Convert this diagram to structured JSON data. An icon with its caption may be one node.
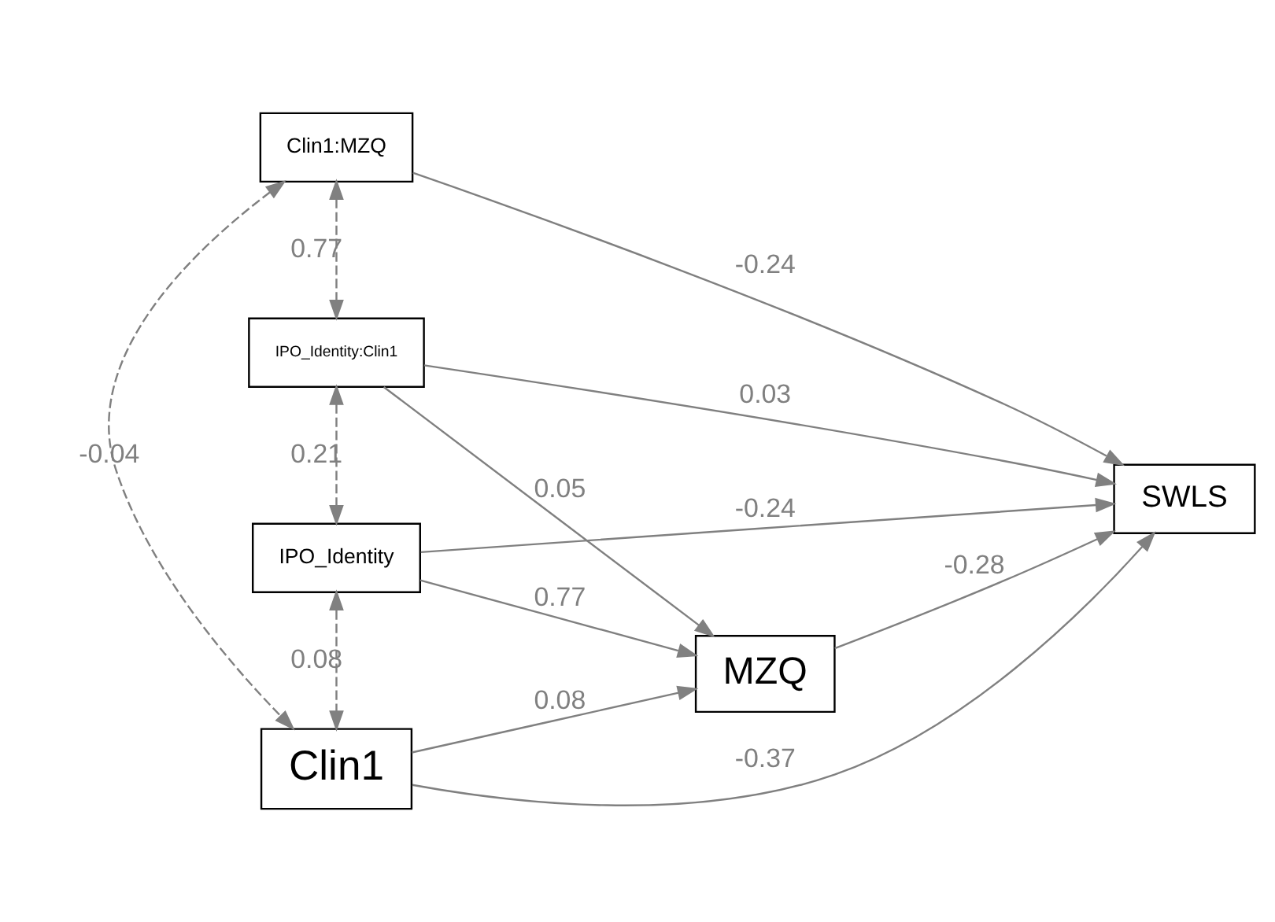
{
  "diagram": {
    "nodes": [
      {
        "text": [
          "Clin1:MZQ"
        ]
      },
      {
        "text": [
          "IPO_Identity:Clin1"
        ]
      },
      {
        "text": [
          "IPO_Identity"
        ]
      },
      {
        "text": [
          "Clin1"
        ]
      },
      {
        "text": [
          "MZQ"
        ]
      },
      {
        "text": [
          "SWLS"
        ]
      }
    ],
    "edges": [
      {
        "from": 0,
        "to": 5,
        "arrow": "to",
        "label": "-0.24"
      },
      {
        "from": 1,
        "to": 5,
        "arrow": "to",
        "label": "0.03"
      },
      {
        "from": 1,
        "to": 4,
        "arrow": "to",
        "label": "0.05"
      },
      {
        "from": 4,
        "to": 5,
        "arrow": "to",
        "label": "-0.28"
      },
      {
        "from": 2,
        "to": 4,
        "arrow": "to",
        "label": "0.77"
      },
      {
        "from": 2,
        "to": 5,
        "arrow": "to",
        "label": "-0.24"
      },
      {
        "from": 3,
        "to": 4,
        "arrow": "to",
        "label": "0.08"
      },
      {
        "from": 3,
        "to": 5,
        "arrow": "to",
        "label": "-0.37"
      },
      {
        "from": 0,
        "to": 1,
        "arrow": "both",
        "label": "0.77",
        "style": "dashed"
      },
      {
        "from": 0,
        "to": 3,
        "arrow": "both",
        "label": "-0.04",
        "style": "dashed"
      },
      {
        "from": 1,
        "to": 2,
        "arrow": "both",
        "label": "0.21",
        "style": "dashed"
      },
      {
        "from": 2,
        "to": 3,
        "arrow": "both",
        "label": "0.08",
        "style": "dashed"
      }
    ]
  }
}
